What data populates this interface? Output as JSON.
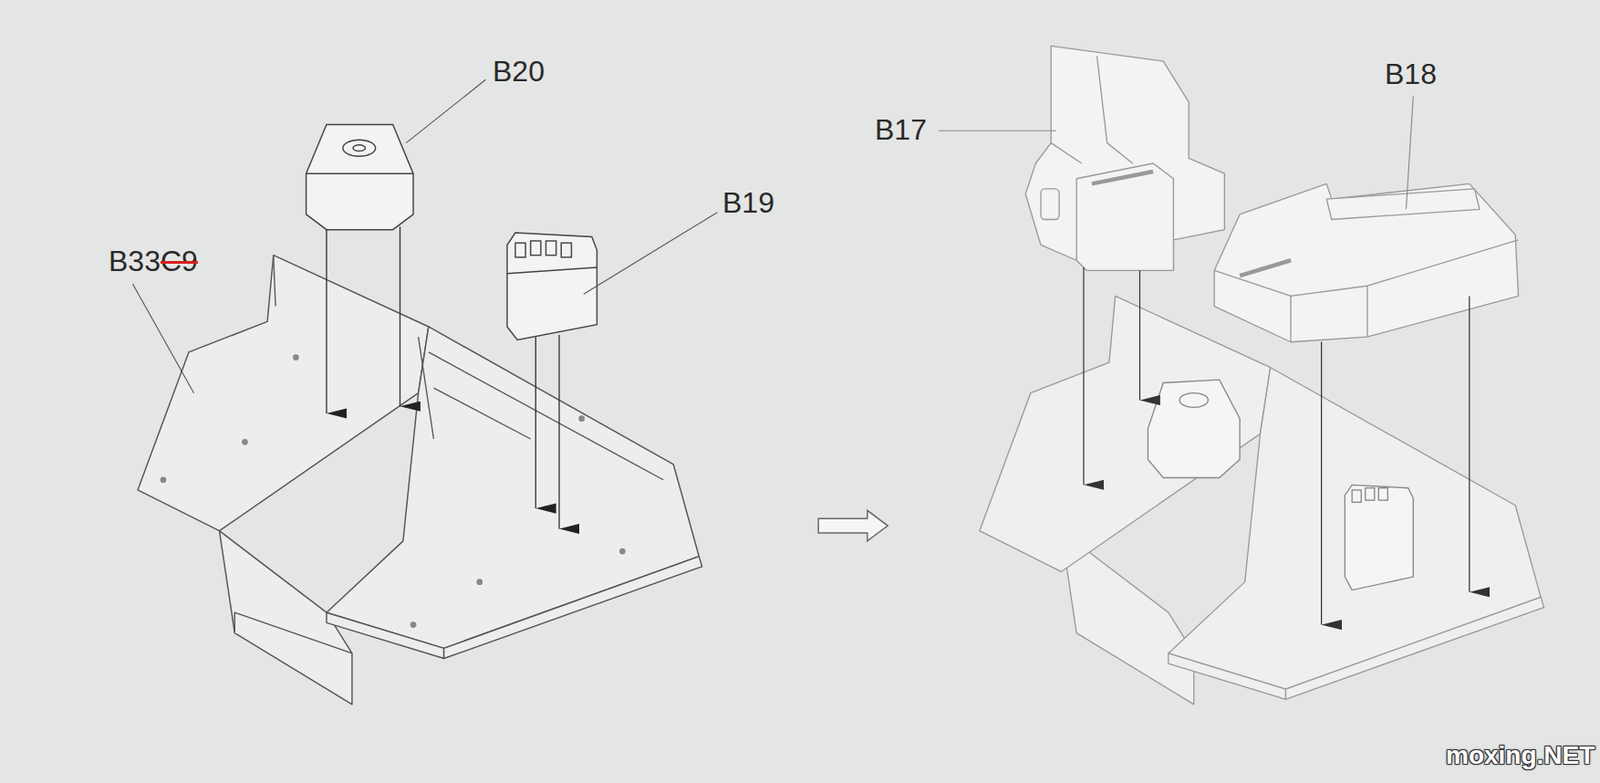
{
  "diagram": {
    "labels": [
      "B20",
      "B19",
      "B33",
      "C9",
      "B17",
      "B18",
      "moxing.NET"
    ]
  }
}
